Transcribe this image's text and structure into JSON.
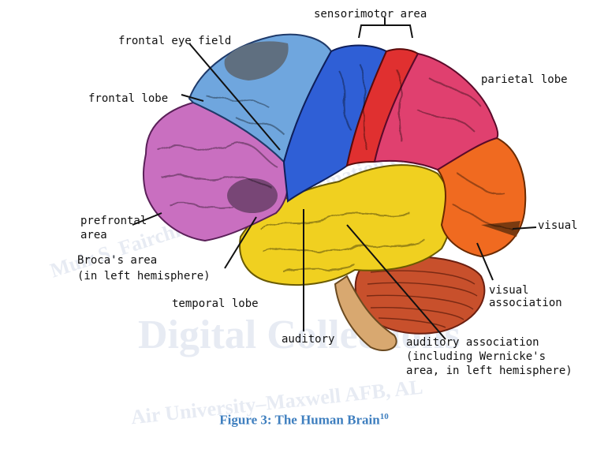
{
  "labels": {
    "sensorimotor": "sensorimotor area",
    "frontal_eye_field": "frontal eye field",
    "parietal_lobe": "parietal lobe",
    "frontal_lobe": "frontal lobe",
    "prefrontal_1": "prefrontal",
    "prefrontal_2": "area",
    "visual": "visual",
    "broca_1": "Broca's area",
    "broca_2": "(in left hemisphere)",
    "visual_assoc_1": "visual",
    "visual_assoc_2": "association",
    "temporal_lobe": "temporal lobe",
    "auditory": "auditory",
    "aud_assoc_1": "auditory association",
    "aud_assoc_2": "(including Wernicke's",
    "aud_assoc_3": "area, in left hemisphere)"
  },
  "caption": {
    "text": "Figure 3: The Human Brain",
    "footnote": "10"
  },
  "watermark": {
    "line1": "Muir S. Fairchild Research Information Center",
    "line2": "Digital Collections",
    "line3": "Air University–Maxwell AFB, AL"
  },
  "colors": {
    "frontal": "#c96fc0",
    "frontal_eye": "#6fa6de",
    "eye_field_dark": "#5f6f80",
    "motor": "#2f5fd6",
    "sensory": "#e03030",
    "parietal": "#e0406f",
    "temporal": "#f0d020",
    "occipital": "#f06a20",
    "cerebellum": "#c8502c",
    "brainstem": "#d8a870"
  }
}
